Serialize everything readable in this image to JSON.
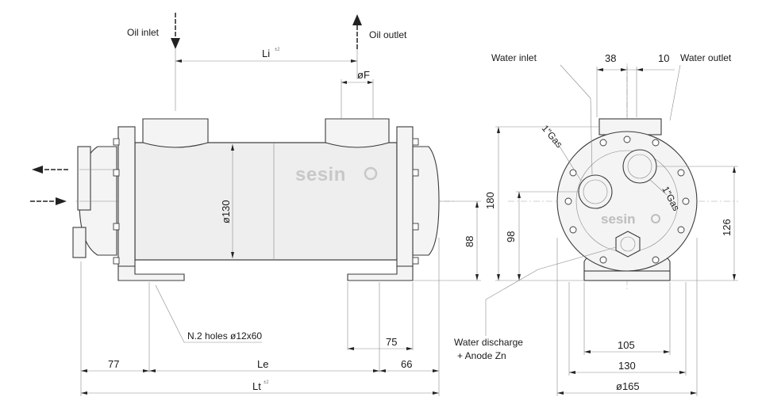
{
  "labels": {
    "oil_inlet": "Oil inlet",
    "oil_outlet": "Oil outlet",
    "water_inlet": "Water inlet",
    "water_outlet": "Water outlet",
    "water_discharge_line1": "Water discharge",
    "water_discharge_line2": "+ Anode Zn",
    "holes": "N.2 holes ø12x60",
    "gas_top": "1\"Gas",
    "gas_right": "1\"Gas",
    "brand": "sesin",
    "tolerance": "±2"
  },
  "dimensions": {
    "li": "Li",
    "of": "øF",
    "d130": "ø130",
    "d88": "88",
    "d75": "75",
    "d77": "77",
    "le": "Le",
    "d66": "66",
    "lt": "Lt",
    "d38": "38",
    "d10": "10",
    "d180": "180",
    "d98": "98",
    "d126": "126",
    "d105": "105",
    "w130": "130",
    "d165": "ø165"
  }
}
